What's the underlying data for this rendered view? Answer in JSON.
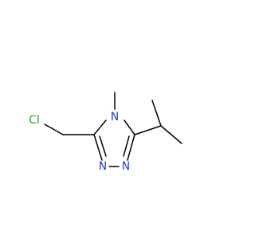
{
  "molecule": {
    "atoms": {
      "chlorine": {
        "symbol": "Cl",
        "color": "#2ca02c"
      },
      "n4": {
        "symbol": "N",
        "color": "#1f3fd6"
      },
      "n1": {
        "symbol": "N",
        "color": "#1f3fd6"
      },
      "n2": {
        "symbol": "N",
        "color": "#1f3fd6"
      }
    },
    "bond_color": "#000000",
    "background": "#ffffff"
  }
}
